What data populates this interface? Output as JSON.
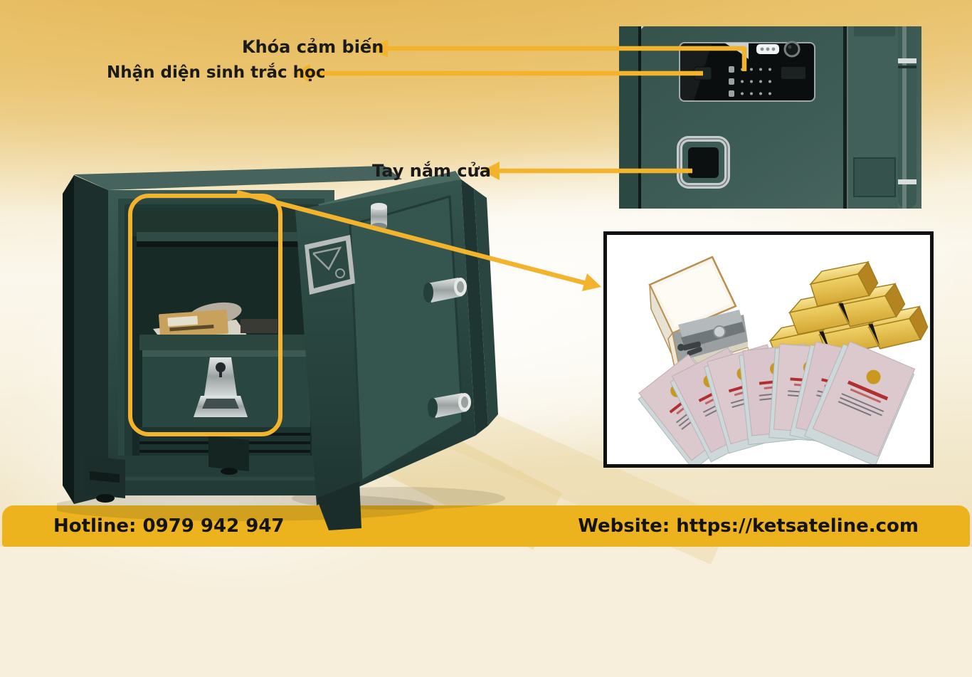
{
  "callouts": {
    "sensor_lock": "Khóa cảm biến",
    "biometric": "Nhận diện sinh trắc học",
    "handle": "Tay nắm cửa"
  },
  "footer": {
    "hotline_label": "Hotline:",
    "hotline_number": "0979 942 947",
    "website_label": "Website:",
    "website_url": "https://ketsateline.com"
  },
  "colors": {
    "accent_yellow": "#F4B32C",
    "footer_bar": "#ECB31E",
    "safe_teal": "#33534D",
    "safe_dark": "#15241F",
    "chrome": "#C9CECE",
    "frame_border": "#101010",
    "gold_bar": "#DCB13C",
    "document_pink": "#DCC9CE",
    "document_blue": "#CDD8DA",
    "label_text": "#1B1B1B"
  }
}
